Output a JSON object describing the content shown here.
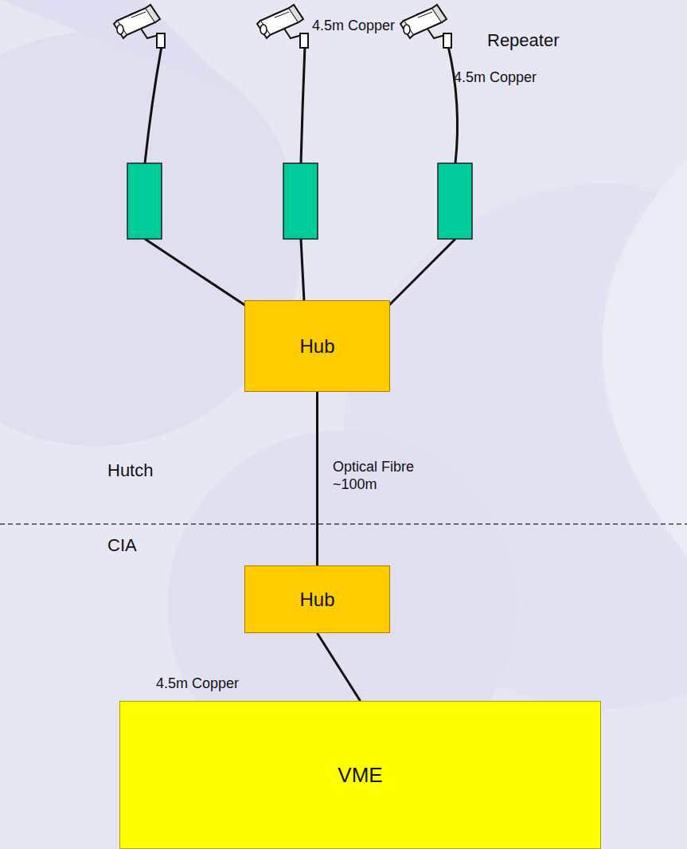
{
  "diagram": {
    "nodes": [
      {
        "text": [
          "Hub"
        ]
      },
      {
        "text": [
          "Hub"
        ]
      },
      {
        "text": [
          "VME"
        ]
      }
    ],
    "edges": [
      {
        "from": 0,
        "to": 1,
        "arrow": "none",
        "label": "Optical Fibre ~100m"
      },
      {
        "from": 1,
        "to": 2,
        "arrow": "none",
        "label": "4.5m Copper"
      }
    ],
    "labels": [
      "4.5m Copper",
      "Repeater",
      "4.5m Copper",
      "Hutch",
      "CIA"
    ]
  }
}
